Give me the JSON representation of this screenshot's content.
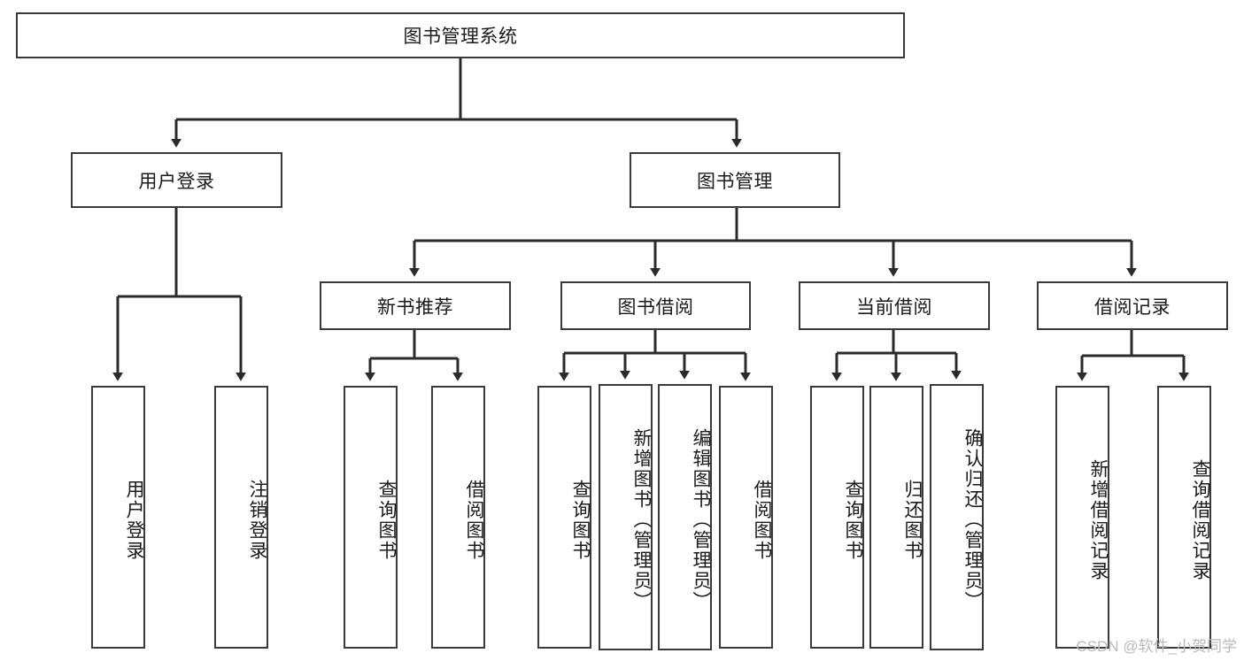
{
  "diagram": {
    "type": "hierarchy-tree",
    "title": "图书管理系统",
    "watermark": "CSDN @软件_小贺同学",
    "colors": {
      "box_border": "#3a3a3a",
      "box_fill": "#ffffff",
      "edge": "#2b2b2b",
      "text": "#1a1a1a",
      "watermark": "#b9b9b9"
    },
    "levels": {
      "root": "图书管理系统",
      "level2": [
        "用户登录",
        "图书管理"
      ],
      "level3": [
        "新书推荐",
        "图书借阅",
        "当前借阅",
        "借阅记录"
      ]
    },
    "nodes": {
      "root": {
        "label": "图书管理系统"
      },
      "user_login": {
        "label": "用户登录"
      },
      "book_manage": {
        "label": "图书管理"
      },
      "new_book_rec": {
        "label": "新书推荐"
      },
      "book_borrow": {
        "label": "图书借阅"
      },
      "current_borrow": {
        "label": "当前借阅"
      },
      "borrow_record": {
        "label": "借阅记录"
      },
      "leaf_user_login": {
        "label": "用户登录"
      },
      "leaf_logout": {
        "label": "注销登录"
      },
      "leaf_query_book_a": {
        "label": "查询图书"
      },
      "leaf_borrow_book_a": {
        "label": "借阅图书"
      },
      "leaf_query_book_b": {
        "label": "查询图书"
      },
      "leaf_add_book": {
        "label": "新增图书（管理员）"
      },
      "leaf_edit_book": {
        "label": "编辑图书（管理员）"
      },
      "leaf_borrow_book_b": {
        "label": "借阅图书"
      },
      "leaf_query_book_c": {
        "label": "查询图书"
      },
      "leaf_return_book": {
        "label": "归还图书"
      },
      "leaf_confirm_return": {
        "label": "确认归还（管理员）"
      },
      "leaf_add_record": {
        "label": "新增借阅记录"
      },
      "leaf_query_record": {
        "label": "查询借阅记录"
      }
    },
    "edges": [
      {
        "from": "root",
        "to": "user_login"
      },
      {
        "from": "root",
        "to": "book_manage"
      },
      {
        "from": "user_login",
        "to": "leaf_user_login"
      },
      {
        "from": "user_login",
        "to": "leaf_logout"
      },
      {
        "from": "book_manage",
        "to": "new_book_rec"
      },
      {
        "from": "book_manage",
        "to": "book_borrow"
      },
      {
        "from": "book_manage",
        "to": "current_borrow"
      },
      {
        "from": "book_manage",
        "to": "borrow_record"
      },
      {
        "from": "new_book_rec",
        "to": "leaf_query_book_a"
      },
      {
        "from": "new_book_rec",
        "to": "leaf_borrow_book_a"
      },
      {
        "from": "book_borrow",
        "to": "leaf_query_book_b"
      },
      {
        "from": "book_borrow",
        "to": "leaf_add_book"
      },
      {
        "from": "book_borrow",
        "to": "leaf_edit_book"
      },
      {
        "from": "book_borrow",
        "to": "leaf_borrow_book_b"
      },
      {
        "from": "current_borrow",
        "to": "leaf_query_book_c"
      },
      {
        "from": "current_borrow",
        "to": "leaf_return_book"
      },
      {
        "from": "current_borrow",
        "to": "leaf_confirm_return"
      },
      {
        "from": "borrow_record",
        "to": "leaf_add_record"
      },
      {
        "from": "borrow_record",
        "to": "leaf_query_record"
      }
    ]
  }
}
